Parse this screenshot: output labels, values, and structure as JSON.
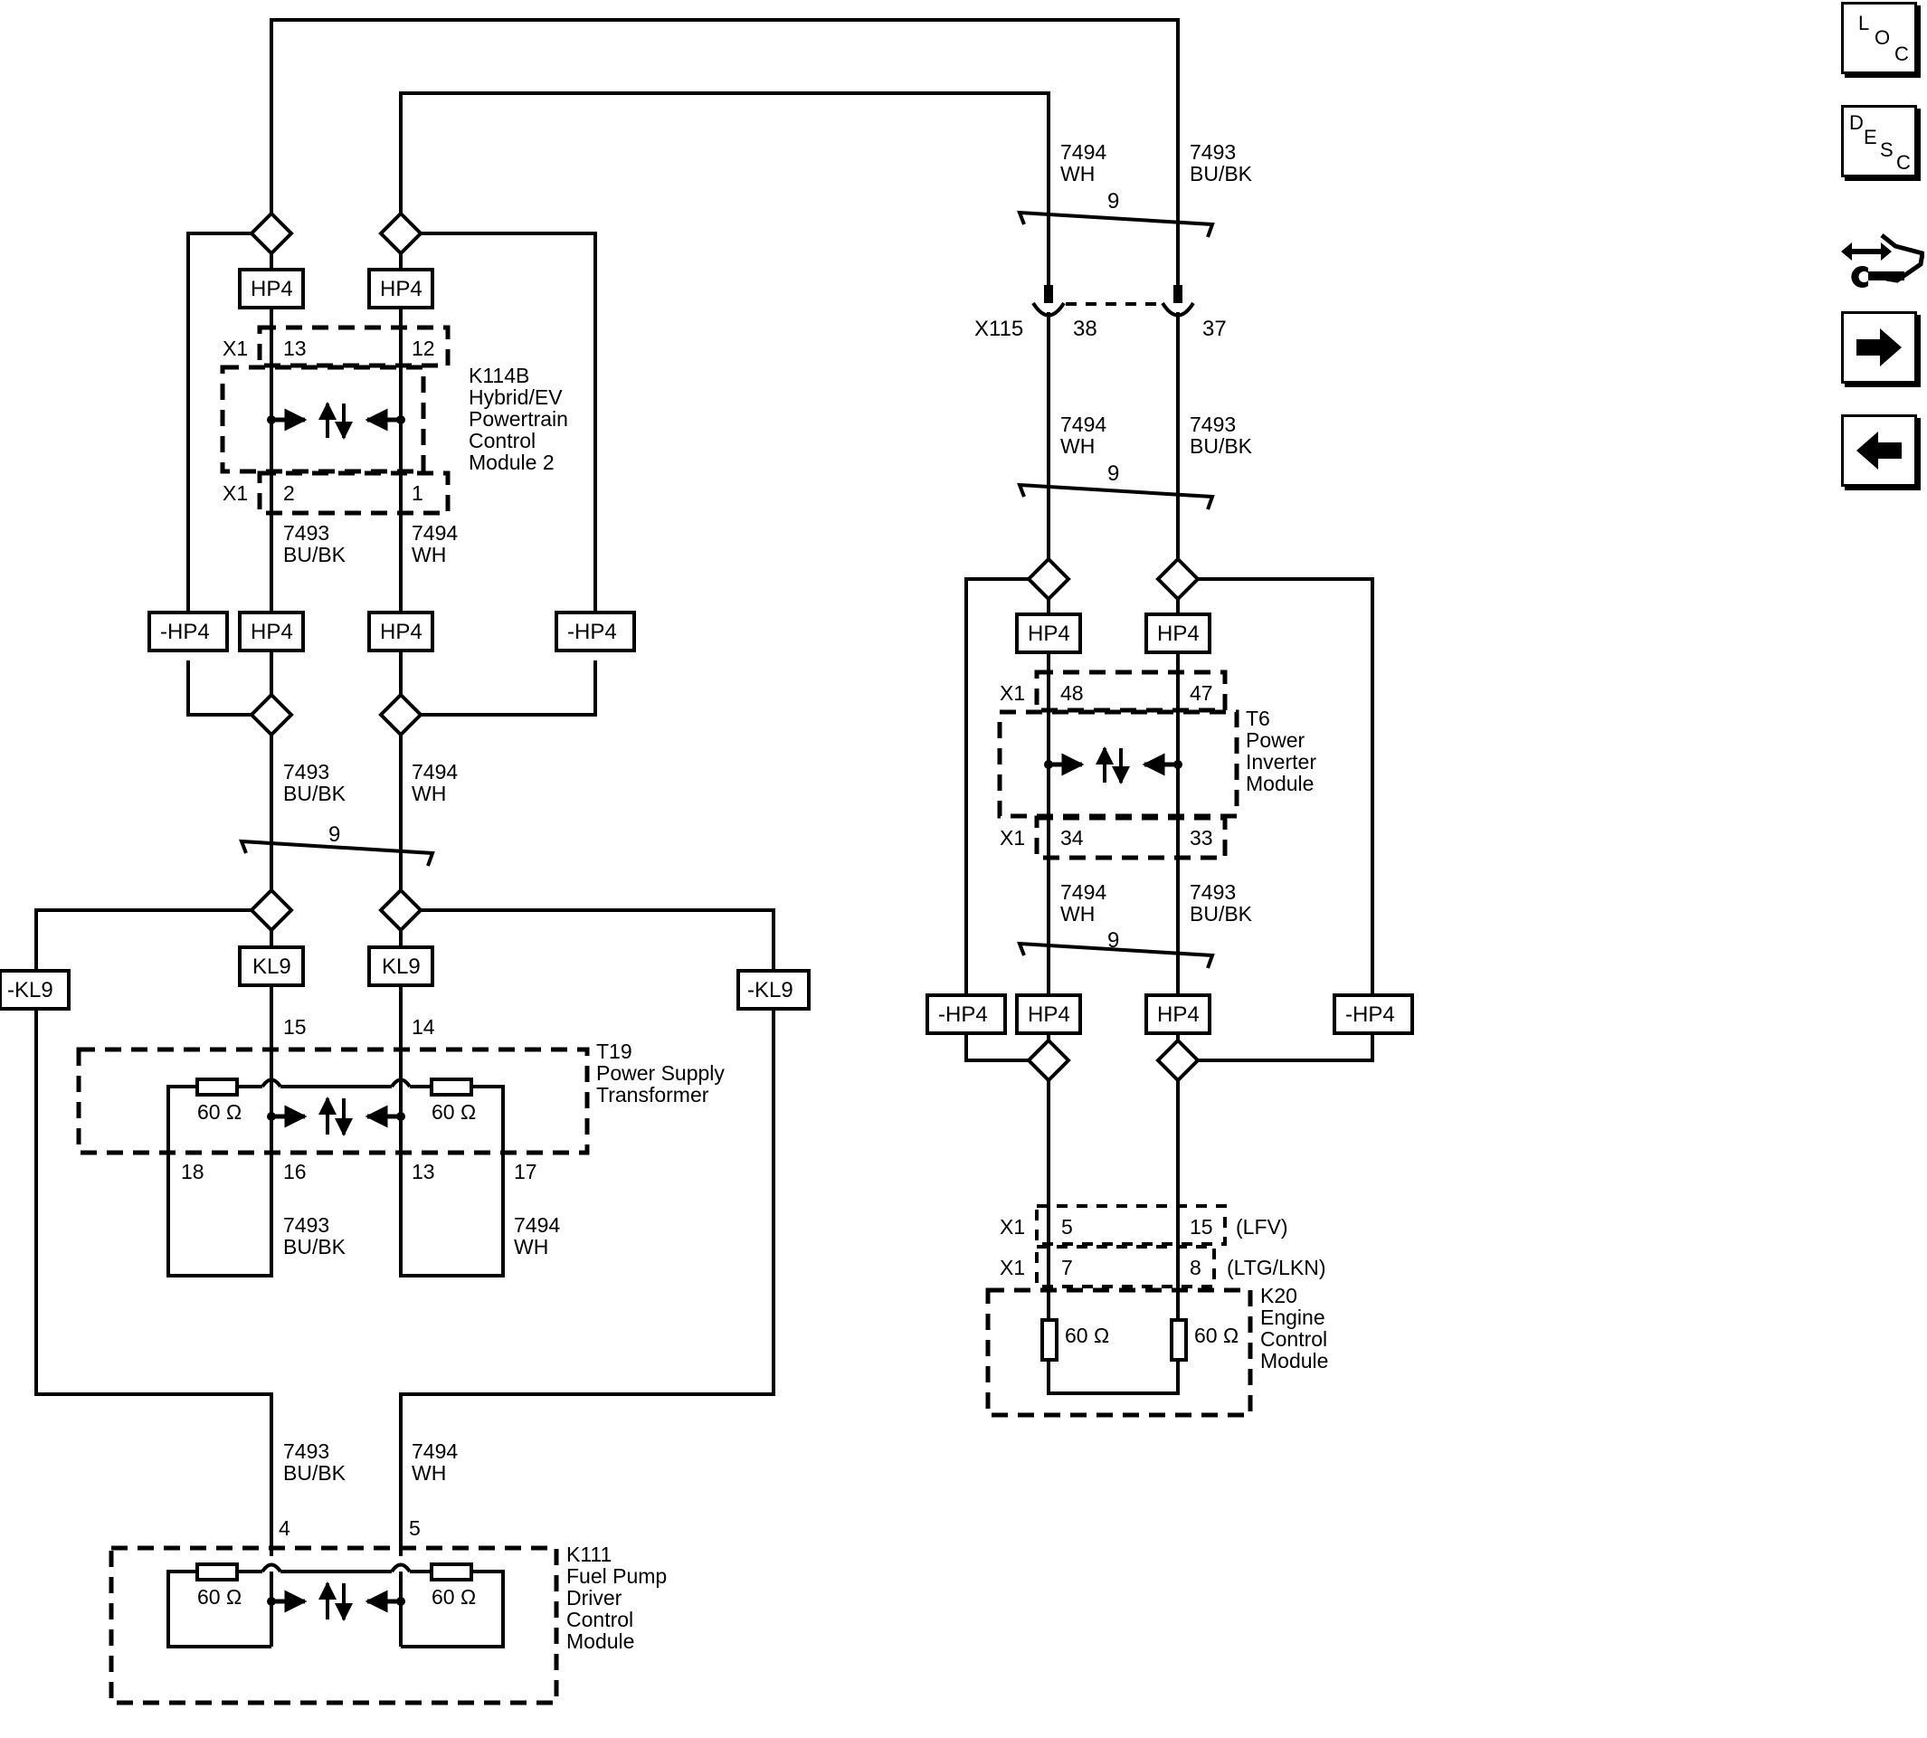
{
  "nav": {
    "loc_letters": [
      "L",
      "O",
      "C"
    ],
    "desc_letters": [
      "D",
      "E",
      "S",
      "C"
    ],
    "icons": [
      "loc-icon",
      "desc-icon",
      "connector-tool-icon",
      "next-arrow-icon",
      "prev-arrow-icon"
    ]
  },
  "labels": {
    "hp4": "HP4",
    "neg_hp4": "-HP4",
    "kl9": "KL9",
    "neg_kl9": "-KL9",
    "x1": "X1",
    "x115": "X115",
    "twist": "9",
    "circuit_7493": "7493",
    "circuit_7494": "7494",
    "color_bubk": "BU/BK",
    "color_wh": "WH",
    "ohm": "60 Ω",
    "lfv": "(LFV)",
    "ltg_lkn": "(LTG/LKN)"
  },
  "pins": {
    "k114b_13": "13",
    "k114b_12": "12",
    "k114b_2": "2",
    "k114b_1": "1",
    "x115_38": "38",
    "x115_37": "37",
    "t6_48": "48",
    "t6_47": "47",
    "t6_34": "34",
    "t6_33": "33",
    "t19_15": "15",
    "t19_14": "14",
    "t19_18": "18",
    "t19_16": "16",
    "t19_13": "13",
    "t19_17": "17",
    "k111_4": "4",
    "k111_5": "5",
    "k20_5": "5",
    "k20_15": "15",
    "k20_7": "7",
    "k20_8": "8"
  },
  "components": {
    "k114b": [
      "K114B",
      "Hybrid/EV",
      "Powertrain",
      "Control",
      "Module 2"
    ],
    "t6": [
      "T6",
      "Power",
      "Inverter",
      "Module"
    ],
    "t19": [
      "T19",
      "Power Supply",
      "Transformer"
    ],
    "k111": [
      "K111",
      "Fuel Pump",
      "Driver",
      "Control",
      "Module"
    ],
    "k20": [
      "K20",
      "Engine",
      "Control",
      "Module"
    ]
  }
}
